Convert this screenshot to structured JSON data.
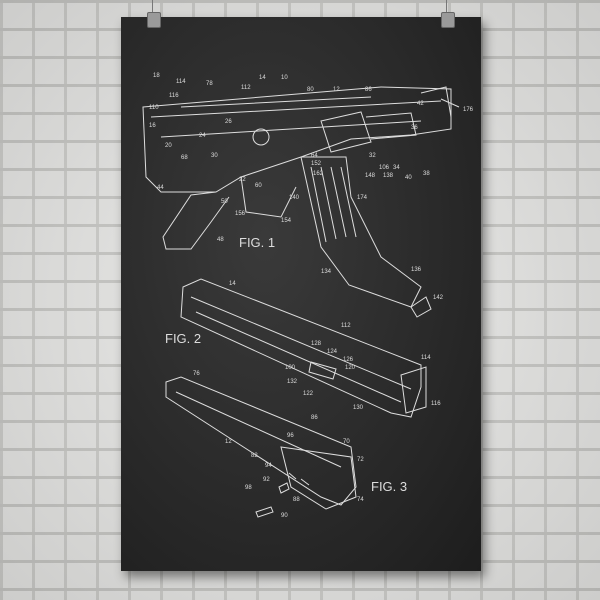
{
  "poster": {
    "figures": [
      {
        "label": "FIG. 1"
      },
      {
        "label": "FIG. 2"
      },
      {
        "label": "FIG. 3"
      }
    ],
    "reference_numbers": {
      "fig1": [
        "18",
        "114",
        "78",
        "14",
        "112",
        "10",
        "80",
        "12",
        "86",
        "110",
        "116",
        "176",
        "42",
        "16",
        "24",
        "26",
        "36",
        "20",
        "68",
        "30",
        "44",
        "64",
        "152",
        "162",
        "32",
        "106",
        "34",
        "138",
        "148",
        "40",
        "38",
        "22",
        "60",
        "156",
        "50",
        "154",
        "140",
        "174",
        "48",
        "134",
        "136",
        "142"
      ],
      "fig2": [
        "14",
        "112",
        "128",
        "124",
        "126",
        "120",
        "114",
        "100",
        "132",
        "122",
        "130",
        "116"
      ],
      "fig3": [
        "76",
        "86",
        "12",
        "96",
        "70",
        "72",
        "82",
        "94",
        "92",
        "98",
        "88",
        "90",
        "74"
      ]
    },
    "background_color": "#2a2a2a",
    "line_color": "#e0e0e0",
    "wall_color": "#e9e9e7"
  }
}
